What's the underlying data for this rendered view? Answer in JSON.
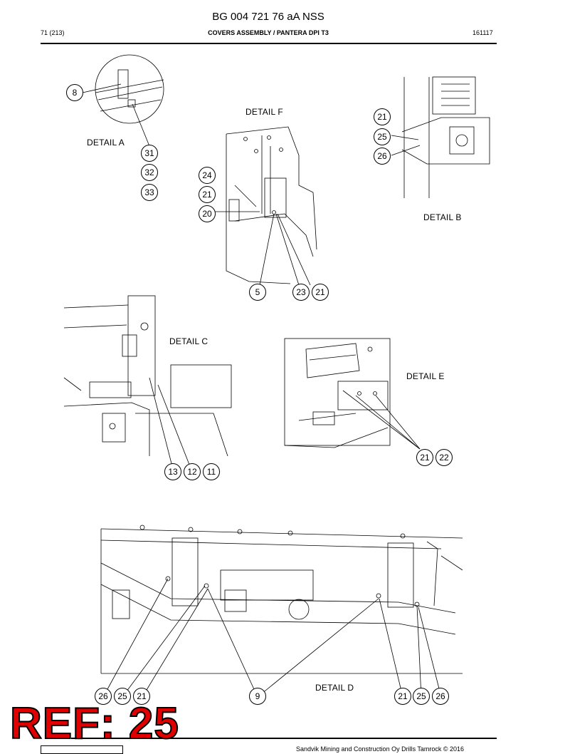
{
  "header": {
    "title": "BG 004 721 76 aA NSS",
    "page": "71 (213)",
    "section": "COVERS ASSEMBLY / PANTERA DPI T3",
    "date_code": "161117"
  },
  "details": {
    "a": "DETAIL A",
    "b": "DETAIL B",
    "c": "DETAIL C",
    "d": "DETAIL D",
    "e": "DETAIL E",
    "f": "DETAIL F"
  },
  "callouts": {
    "a": [
      "8",
      "31",
      "32",
      "33"
    ],
    "f": [
      "24",
      "21",
      "20",
      "5",
      "23",
      "21"
    ],
    "b": [
      "21",
      "25",
      "26"
    ],
    "c": [
      "13",
      "12",
      "11"
    ],
    "e": [
      "21",
      "22"
    ],
    "d": [
      "26",
      "25",
      "21",
      "9",
      "21",
      "25",
      "26"
    ]
  },
  "footer": {
    "copyright": "Sandvik Mining and Construction Oy Drills Tamrock © 2016"
  },
  "stamp": "REF: 25"
}
